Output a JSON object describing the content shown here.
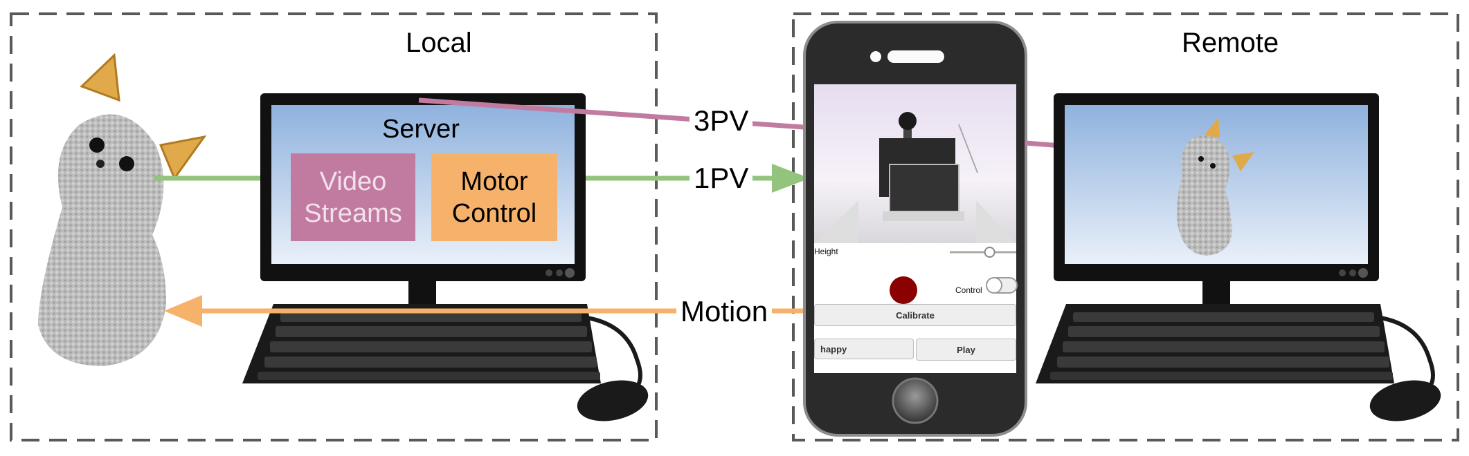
{
  "local": {
    "title": "Local"
  },
  "remote": {
    "title": "Remote"
  },
  "server": {
    "title": "Server",
    "video_streams": "Video\nStreams",
    "motor_control": "Motor\nControl"
  },
  "arrows": {
    "third_person": "3PV",
    "first_person": "1PV",
    "motion": "Motion"
  },
  "phone_app": {
    "height_label": "Height",
    "height_value": 0.6,
    "control_label": "Control",
    "control_on": false,
    "calibrate_label": "Calibrate",
    "emotion_select_value": "happy",
    "play_label": "Play"
  },
  "colors": {
    "video_box": "#c27ba0",
    "motor_box": "#f6b26b",
    "pink_arrow": "#c27ba0",
    "green_arrow": "#93c47d",
    "orange_arrow": "#f6b26b",
    "record_button": "#8b0000"
  }
}
